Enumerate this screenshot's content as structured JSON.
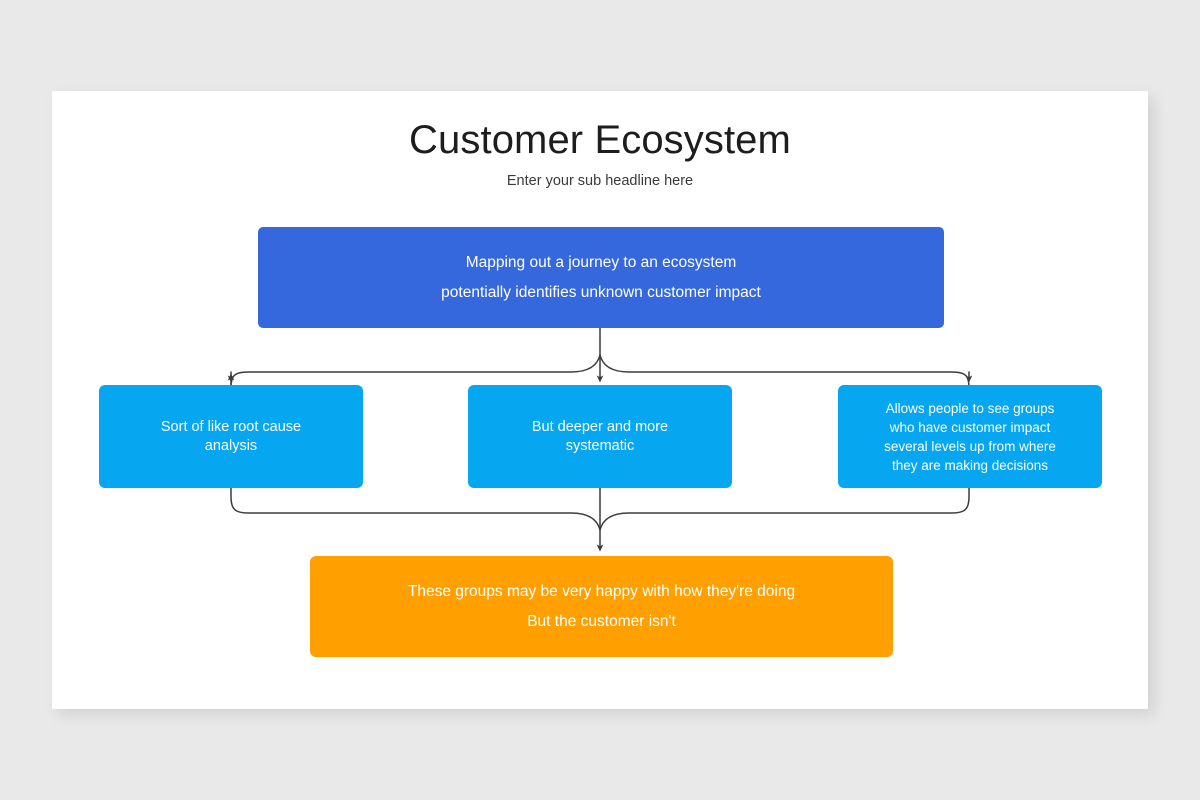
{
  "slide": {
    "title": "Customer Ecosystem",
    "subtitle": "Enter your sub headline here",
    "background_color": "#e9e9e9",
    "canvas_color": "#ffffff"
  },
  "diagram": {
    "type": "flow-diagram",
    "root": {
      "id": "root",
      "color": "#3568dc",
      "lines": [
        "Mapping out a journey to an ecosystem",
        "potentially identifies unknown customer impact"
      ]
    },
    "branches": [
      {
        "id": "branch-1",
        "color": "#06a7f0",
        "lines": [
          "Sort of like root cause",
          "analysis"
        ]
      },
      {
        "id": "branch-2",
        "color": "#06a7f0",
        "lines": [
          "But deeper and more",
          "systematic"
        ]
      },
      {
        "id": "branch-3",
        "color": "#06a7f0",
        "lines": [
          "Allows people to see groups",
          "who have customer impact",
          "several levels up from where",
          "they are making decisions"
        ]
      }
    ],
    "outcome": {
      "id": "outcome",
      "color": "#ffa000",
      "lines": [
        "These groups may be very happy with how they're doing",
        "But the customer isn't"
      ]
    },
    "connector_color": "#3c3c3c"
  }
}
